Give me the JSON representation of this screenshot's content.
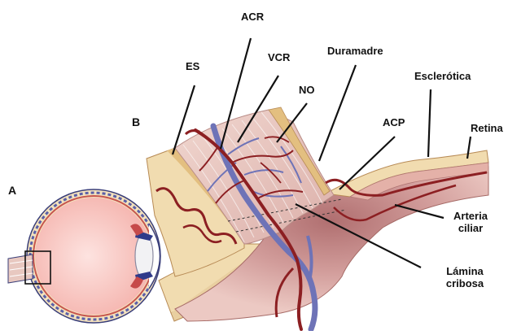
{
  "panels": {
    "a": "A",
    "b": "B"
  },
  "labels": {
    "es": "ES",
    "acr": "ACR",
    "vcr": "VCR",
    "no": "NO",
    "duramadre": "Duramadre",
    "acp": "ACP",
    "esclerotica": "Esclerótica",
    "retina": "Retina",
    "arteria_ciliar": [
      "Arteria",
      "ciliar"
    ],
    "lamina_cribosa": [
      "Lámina",
      "cribosa"
    ]
  },
  "colors": {
    "artery": "#8c1f22",
    "vein": "#6e73b7",
    "sclera": "#f1dcb0",
    "nerve": "#e6c4bf",
    "cup": "#c98f8e",
    "line": "#111111"
  }
}
